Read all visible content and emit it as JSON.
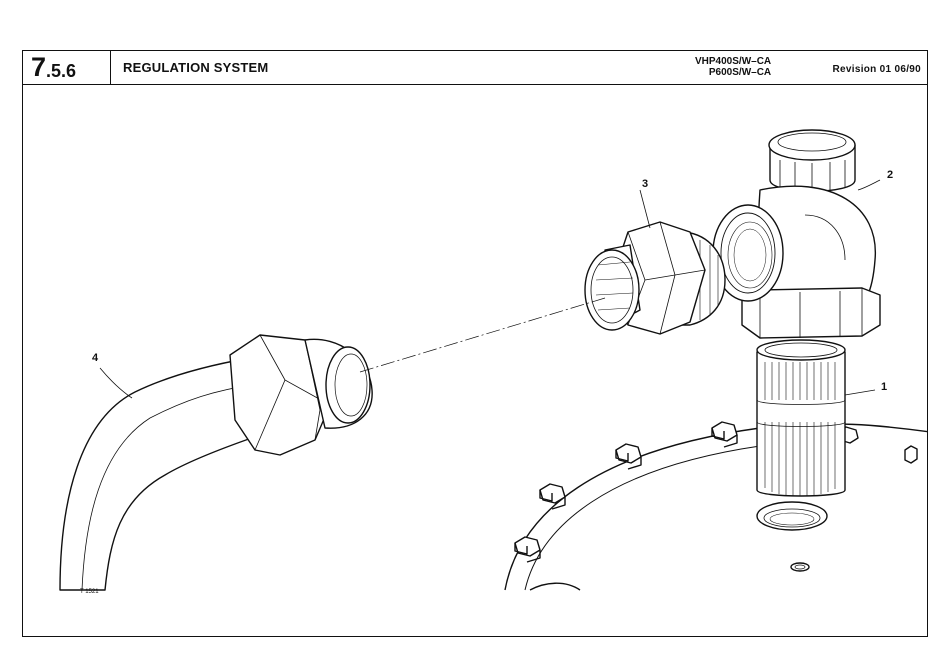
{
  "header": {
    "section_major": "7",
    "section_minor": ".5.6",
    "title": "REGULATION SYSTEM",
    "models": [
      "VHP400S/W–CA",
      "P600S/W–CA"
    ],
    "revision": "Revision  01  06/90"
  },
  "drawing": {
    "callouts": [
      "1",
      "2",
      "3",
      "4"
    ],
    "figure_code": "T 1521"
  }
}
